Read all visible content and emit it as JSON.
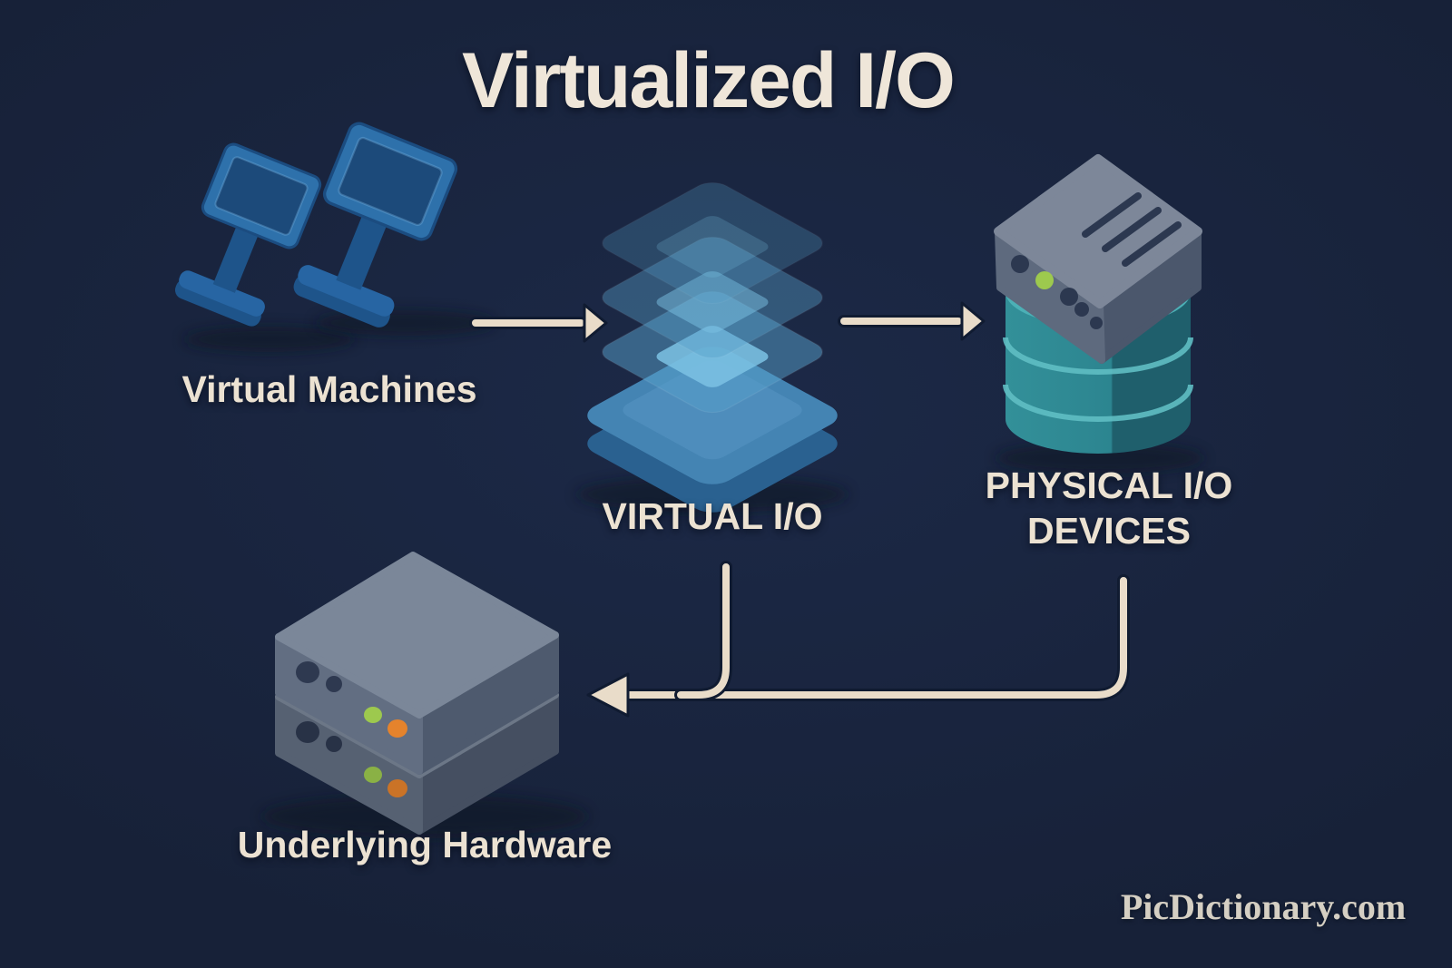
{
  "title": "Virtualized I/O",
  "watermark": "PicDictionary.com",
  "nodes": {
    "virtual_machines": {
      "label": "Virtual Machines",
      "icon": "dual-monitors-icon"
    },
    "virtual_io": {
      "label": "VIRTUAL I/O",
      "icon": "layered-diamond-stack-icon"
    },
    "physical_io": {
      "label_line1": "PHYSICAL I/O",
      "label_line2": "DEVICES",
      "icon": "io-device-on-database-cylinder-icon"
    },
    "underlying_hardware": {
      "label": "Underlying Hardware",
      "icon": "stacked-server-boxes-icon"
    }
  },
  "connections": [
    {
      "from": "virtual-machines",
      "to": "virtual-io",
      "style": "straight-arrow"
    },
    {
      "from": "virtual-io",
      "to": "physical-io-devices",
      "style": "straight-arrow"
    },
    {
      "from": "virtual-io",
      "to": "underlying-hardware",
      "style": "elbow-arrow"
    },
    {
      "from": "physical-io-devices",
      "to": "underlying-hardware",
      "style": "elbow-arrow"
    }
  ],
  "colors": {
    "background": "#172138",
    "background_glow": "#1c2947",
    "text_cream": "#efe6d9",
    "label_cream": "#ece2d2",
    "watermark_cream": "#d5cfc3",
    "line_cream": "#e9dcc9",
    "line_outline": "#101b31",
    "monitor_frame": "#2e71ab",
    "monitor_screen": "#1c4a7a",
    "monitor_dark": "#1e548a",
    "monitor_mid": "#2765a3",
    "io_base_top": "#4484b3",
    "io_base_side": "#2a6190",
    "io_base_inner": "#5796c2",
    "io_layer": "#57a0ca",
    "io_layer_bright": "#7cc2e4",
    "teal_top": "#4cb0b6",
    "teal_light": "#339099",
    "teal_mid": "#2c8590",
    "teal_dark": "#1f5f6c",
    "teal_rim": "#5fbec3",
    "box_top": "#7d8799",
    "box_front": "#5e6a7e",
    "box_side": "#4b576c",
    "box_detail": "#2c3850",
    "server_top": "#7b8799",
    "server_front": "#626e82",
    "server_side": "#4e5a6e",
    "port_dark": "#2e3950",
    "led_green": "#9dc94e",
    "led_orange": "#e5832c",
    "shadow": "#0b1322"
  }
}
